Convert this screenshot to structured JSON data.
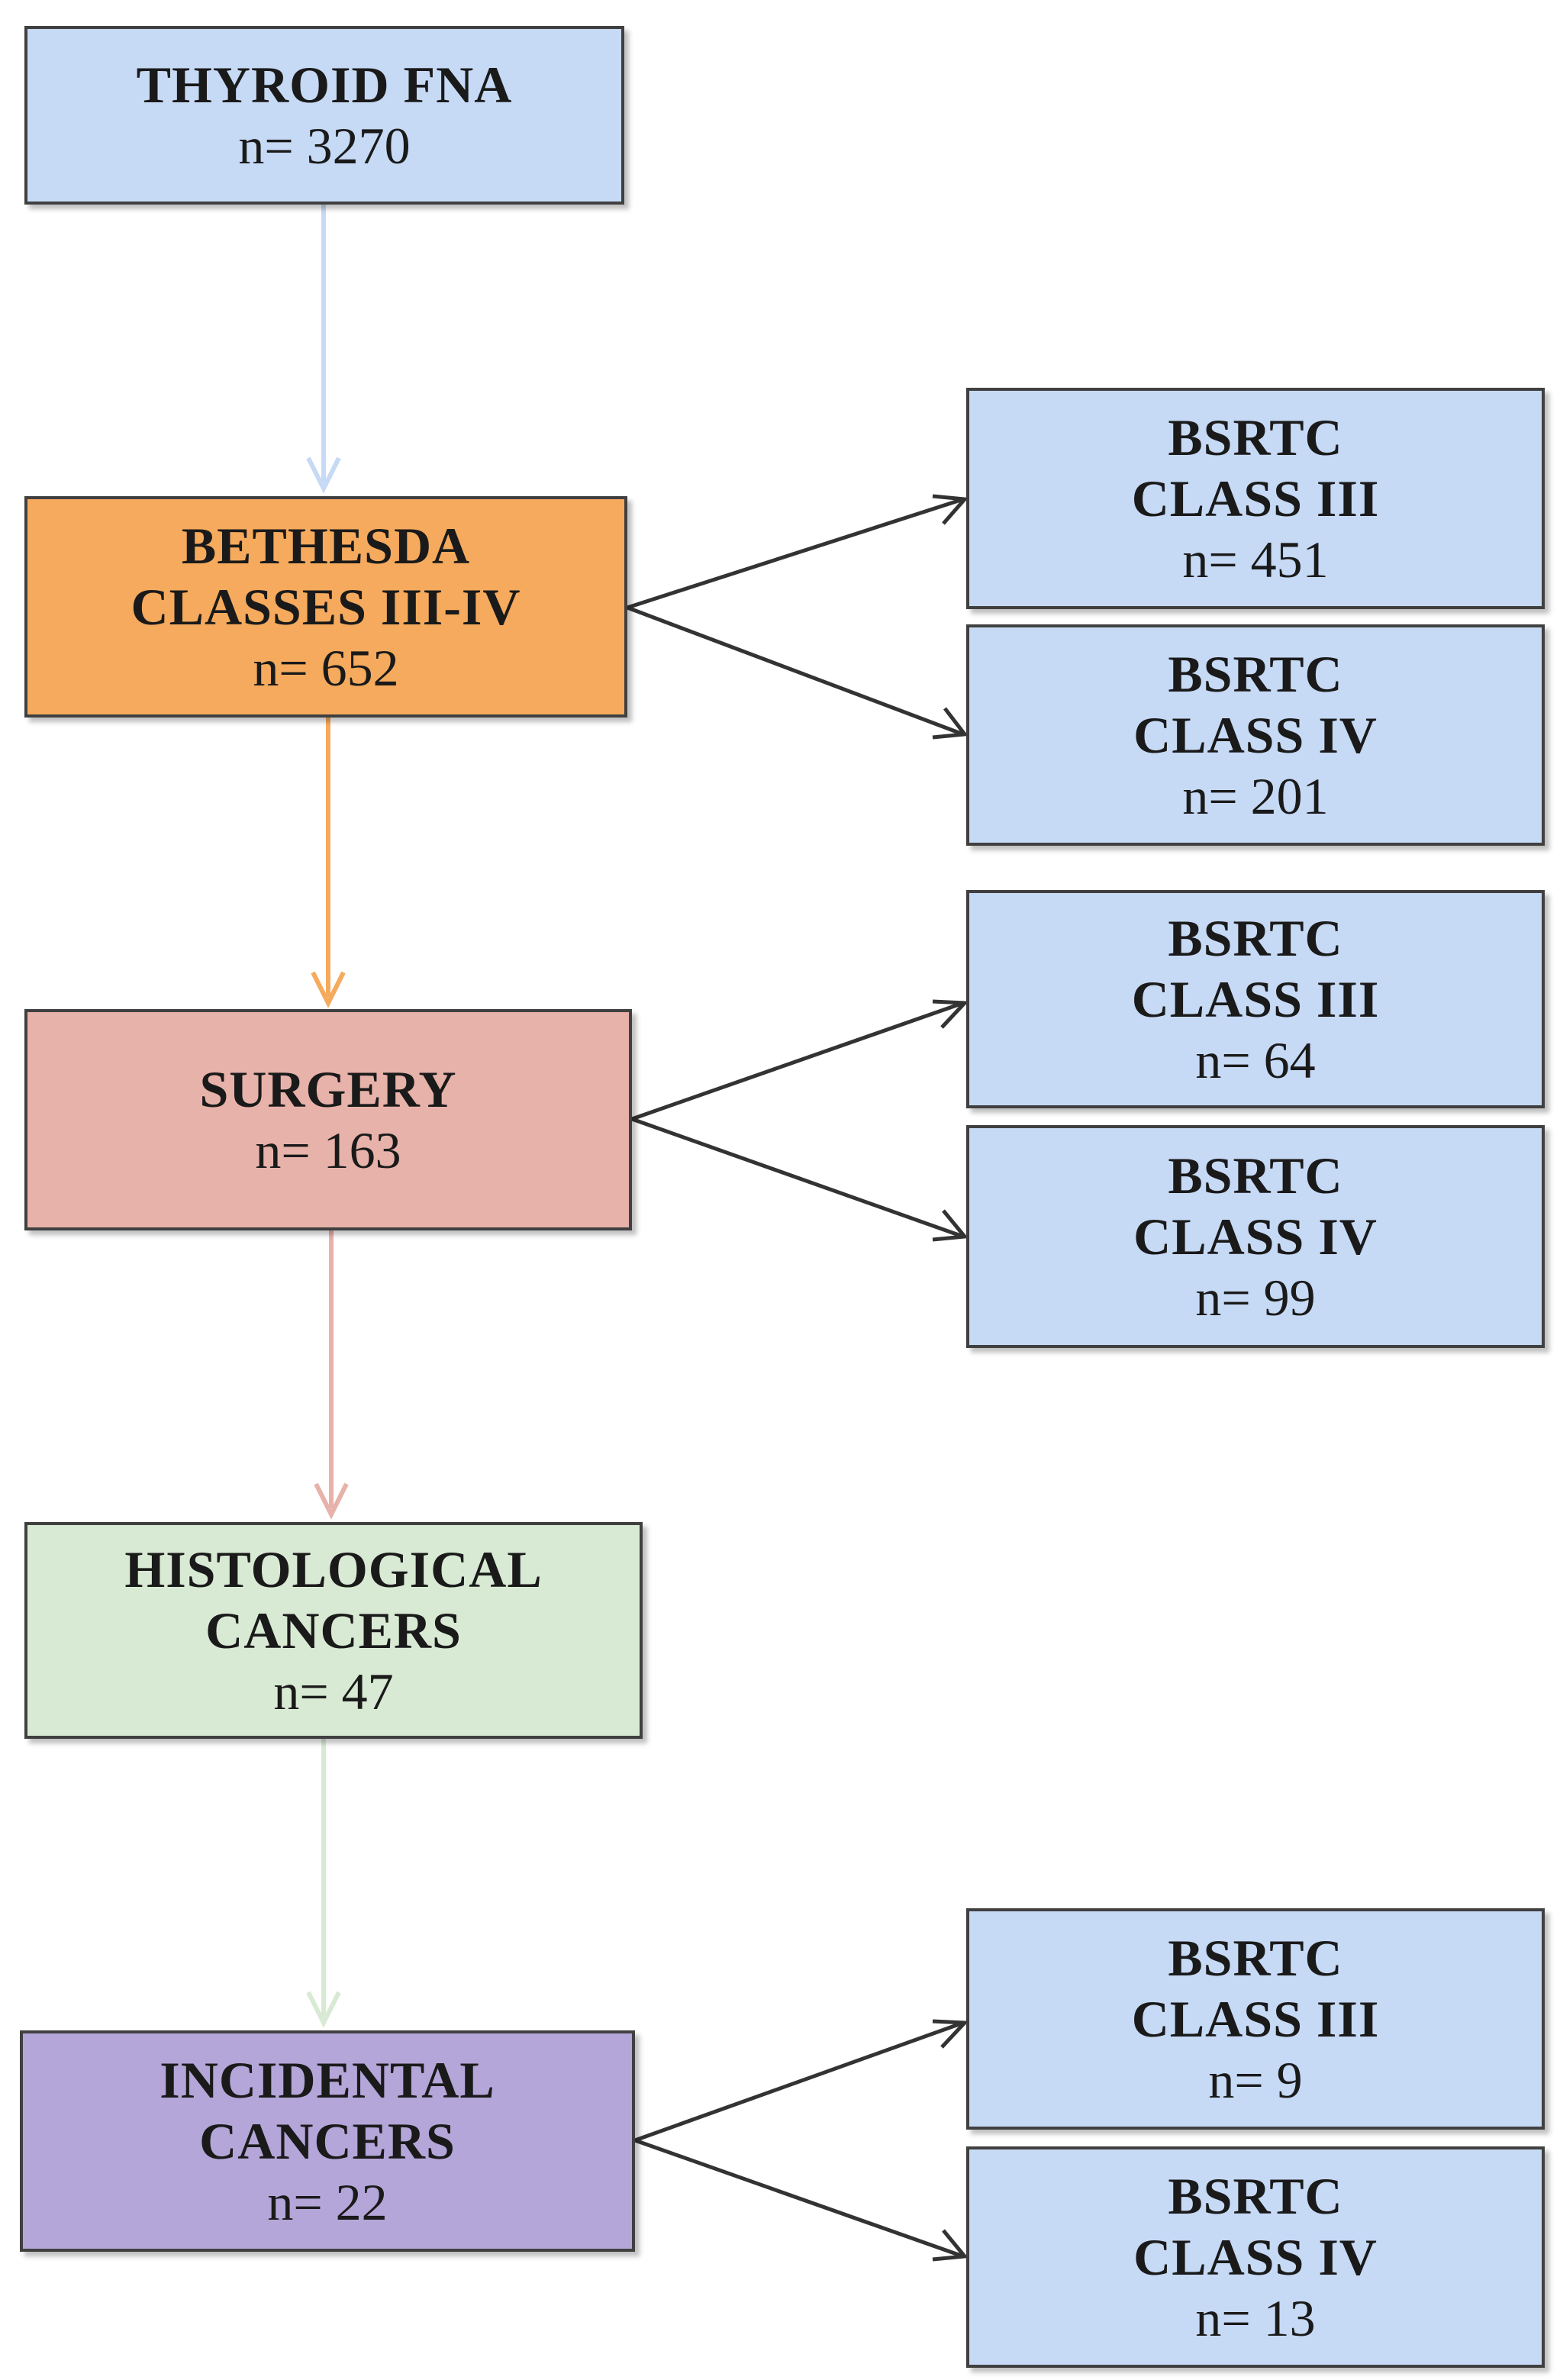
{
  "flow": {
    "fna": {
      "title": "THYROID FNA",
      "count": "n= 3270",
      "color": "#c6d9f5"
    },
    "bethesda": {
      "title": "BETHESDA\nCLASSES III-IV",
      "count": "n= 652",
      "color": "#f5aa5d"
    },
    "surgery": {
      "title": "SURGERY",
      "count": "n= 163",
      "color": "#e7b2a9"
    },
    "histology": {
      "title": "HISTOLOGICAL\nCANCERS",
      "count": "n= 47",
      "color": "#d8ead3"
    },
    "incidental": {
      "title": "INCIDENTAL\nCANCERS",
      "count": "n= 22",
      "color": "#b4a6d8"
    }
  },
  "branches": {
    "bethesda": [
      {
        "title": "BSRTC\nCLASS III",
        "count": "n= 451"
      },
      {
        "title": "BSRTC\nCLASS IV",
        "count": "n= 201"
      }
    ],
    "surgery": [
      {
        "title": "BSRTC\nCLASS III",
        "count": "n= 64"
      },
      {
        "title": "BSRTC\nCLASS IV",
        "count": "n= 99"
      }
    ],
    "incidental": [
      {
        "title": "BSRTC\nCLASS III",
        "count": "n= 9"
      },
      {
        "title": "BSRTC\nCLASS IV",
        "count": "n= 13"
      }
    ]
  },
  "connector_colors": {
    "fna_to_bethesda": "#c6d9f5",
    "bethesda_to_surgery": "#f5aa5d",
    "surgery_to_histology": "#e7b2a9",
    "histology_to_incidental": "#d8ead3",
    "branch": "#333333"
  }
}
